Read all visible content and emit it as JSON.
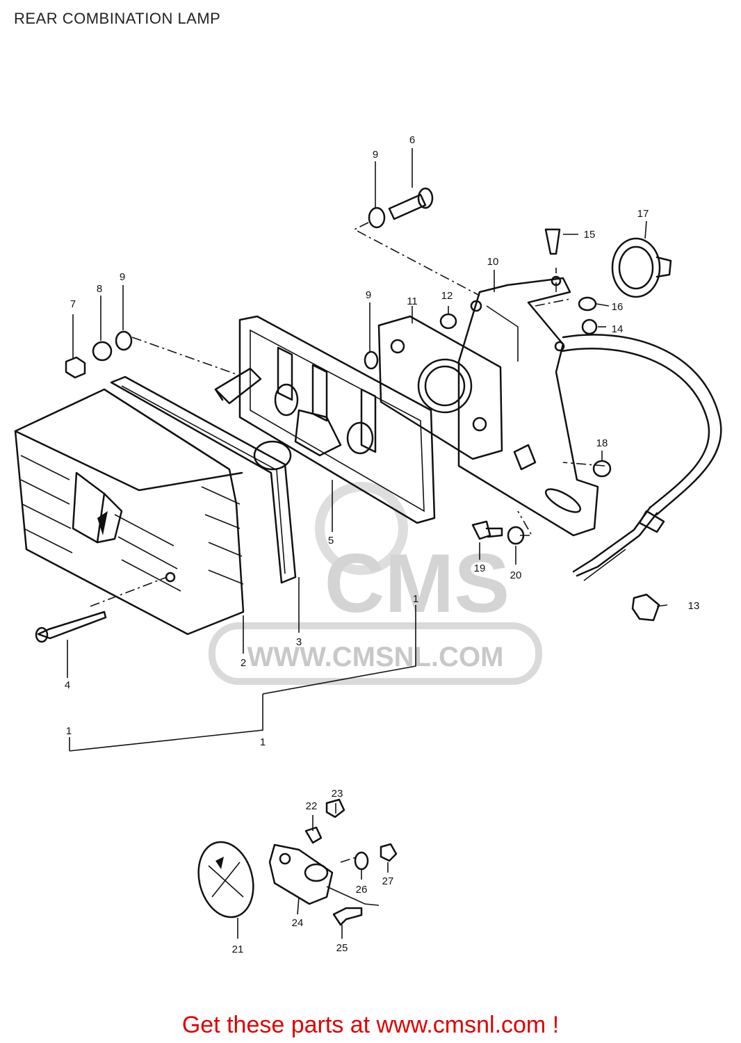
{
  "page": {
    "title": "REAR COMBINATION LAMP",
    "cta": "Get these parts at www.cmsnl.com !"
  },
  "watermark": {
    "brand": "CMS",
    "url": "WWW.CMSNL.COM"
  },
  "callouts": {
    "p1": "1",
    "p1b": "1",
    "p1c": "1",
    "p2": "2",
    "p3": "3",
    "p4": "4",
    "p5": "5",
    "p6": "6",
    "p7": "7",
    "p8": "8",
    "p9a": "9",
    "p9b": "9",
    "p9c": "9",
    "p10": "10",
    "p11": "11",
    "p12": "12",
    "p13": "13",
    "p14": "14",
    "p15": "15",
    "p16": "16",
    "p17": "17",
    "p18": "18",
    "p19": "19",
    "p20": "20",
    "p21": "21",
    "p22": "22",
    "p23": "23",
    "p24": "24",
    "p25": "25",
    "p26": "26",
    "p27": "27"
  },
  "colors": {
    "cta": "#e00000",
    "line": "#111111",
    "watermark": "#c8c8c8"
  }
}
